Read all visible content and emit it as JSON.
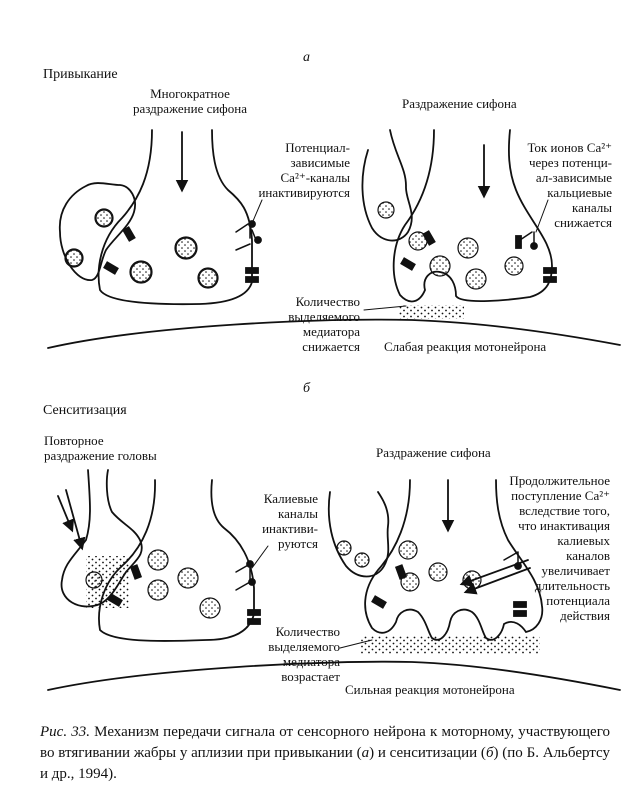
{
  "panel_a_label": "а",
  "panel_b_label": "б",
  "section_a": "Привыкание",
  "section_b": "Сенситизация",
  "a_left": {
    "stimulus": [
      "Многократное",
      "раздражение сифона"
    ],
    "callout": [
      "Потенциал-",
      "зависимые",
      "Ca²⁺-каналы",
      "инактивируются"
    ]
  },
  "a_right": {
    "stimulus": "Раздражение сифона",
    "callout": [
      "Ток ионов Ca²⁺",
      "через потенци-",
      "ал-зависимые",
      "кальциевые",
      "каналы",
      "снижается"
    ],
    "transmitter": [
      "Количество",
      "выделяемого",
      "медиатора",
      "снижается"
    ],
    "response": "Слабая реакция мотонейрона"
  },
  "b_left": {
    "stimulus": [
      "Повторное",
      "раздражение головы"
    ],
    "callout": [
      "Калиевые",
      "каналы",
      "инактиви-",
      "руются"
    ]
  },
  "b_right": {
    "stimulus": "Раздражение сифона",
    "callout": [
      "Продолжительное",
      "поступление Ca²⁺",
      "вследствие того,",
      "что инактивация",
      "калиевых",
      "каналов",
      "увеличивает",
      "длительность",
      "потенциала",
      "действия"
    ],
    "transmitter": [
      "Количество",
      "выделяемого",
      "медиатора",
      "возрастает"
    ],
    "response": "Сильная реакция мотонейрона"
  },
  "caption": {
    "label": "Рис. 33.",
    "text_1": " Механизм передачи сигнала от сенсорного нейрона к моторному, участвующего во втягивании жабры у аплизии при привыкании (",
    "a": "а",
    "text_2": ") и сенситизации (",
    "b": "б",
    "text_3": ") (по Б. Альбертсу и др., 1994)."
  }
}
